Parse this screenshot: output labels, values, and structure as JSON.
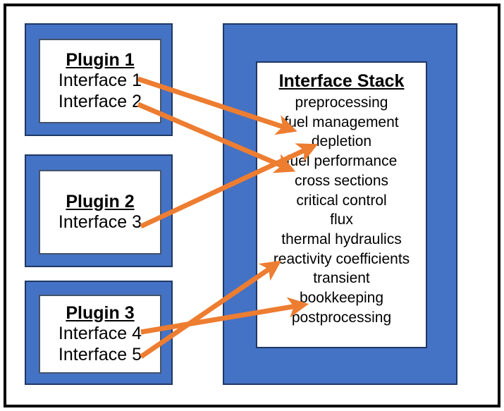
{
  "diagram": {
    "title": "Plugin Interface Stack Diagram",
    "colors": {
      "plugin_fill": "#4472C4",
      "plugin_border": "#1F3864",
      "inner_border": "#44546A",
      "arrow": "#ED7D31",
      "frame": "#000000",
      "background": "#FFFFFF",
      "text": "#000000"
    },
    "plugins": [
      {
        "title": "Plugin 1",
        "interfaces": [
          "Interface 1",
          "Interface 2"
        ]
      },
      {
        "title": "Plugin 2",
        "interfaces": [
          "Interface 3"
        ]
      },
      {
        "title": "Plugin 3",
        "interfaces": [
          "Interface 4",
          "Interface 5"
        ]
      }
    ],
    "stack": {
      "title": "Interface Stack",
      "items": [
        "preprocessing",
        "fuel management",
        "depletion",
        "fuel performance",
        "cross sections",
        "critical control",
        "flux",
        "thermal hydraulics",
        "reactivity coefficients",
        "transient",
        "bookkeeping",
        "postprocessing"
      ]
    },
    "connections": [
      {
        "from": "Interface 1",
        "to": "fuel management"
      },
      {
        "from": "Interface 2",
        "to": "fuel performance"
      },
      {
        "from": "Interface 3",
        "to": "depletion"
      },
      {
        "from": "Interface 4",
        "to": "bookkeeping"
      },
      {
        "from": "Interface 5",
        "to": "reactivity coefficients"
      }
    ]
  }
}
